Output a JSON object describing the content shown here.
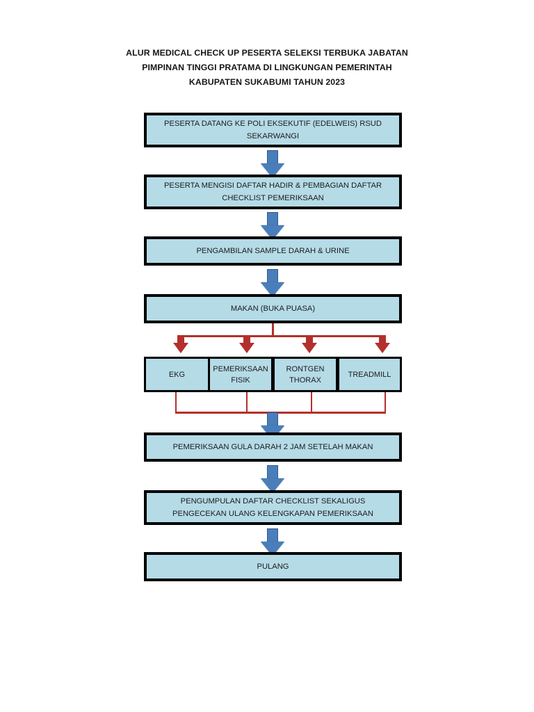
{
  "title": {
    "line1": "ALUR MEDICAL CHECK UP PESERTA SELEKSI TERBUKA JABATAN",
    "line2": "PIMPINAN TINGGI PRATAMA DI LINGKUNGAN PEMERINTAH",
    "line3": "KABUPATEN SUKABUMI TAHUN 2023"
  },
  "colors": {
    "box_fill": "#b5dbe7",
    "box_border": "#000000",
    "blue_arrow": "#4a7ebb",
    "blue_arrow_outline": "#2f5a8e",
    "red_connector": "#b3302c",
    "text": "#1c1c1c",
    "background": "#ffffff"
  },
  "flow": {
    "steps": [
      {
        "id": "step-1",
        "label": "PESERTA DATANG KE POLI EKSEKUTIF (EDELWEIS) RSUD SEKARWANGI"
      },
      {
        "id": "step-2",
        "label": "PESERTA MENGISI DAFTAR HADIR & PEMBAGIAN DAFTAR CHECKLIST PEMERIKSAAN"
      },
      {
        "id": "step-3",
        "label": "PENGAMBILAN SAMPLE DARAH & URINE"
      },
      {
        "id": "step-4",
        "label": "MAKAN (BUKA PUASA)"
      },
      {
        "id": "step-5",
        "label": "PEMERIKSAAN GULA DARAH 2 JAM SETELAH MAKAN"
      },
      {
        "id": "step-6",
        "label": "PENGUMPULAN DAFTAR CHECKLIST SEKALIGUS PENGECEKAN ULANG KELENGKAPAN PEMERIKSAAN"
      },
      {
        "id": "step-7",
        "label": "PULANG"
      }
    ],
    "parallel_examinations": [
      {
        "id": "exam-ekg",
        "label": "EKG"
      },
      {
        "id": "exam-pemeriksaan-fisik",
        "label": "PEMERIKSAAN FISIK"
      },
      {
        "id": "exam-rontgen-thorax",
        "label": "RONTGEN THORAX"
      },
      {
        "id": "exam-treadmill",
        "label": "TREADMILL"
      }
    ]
  }
}
